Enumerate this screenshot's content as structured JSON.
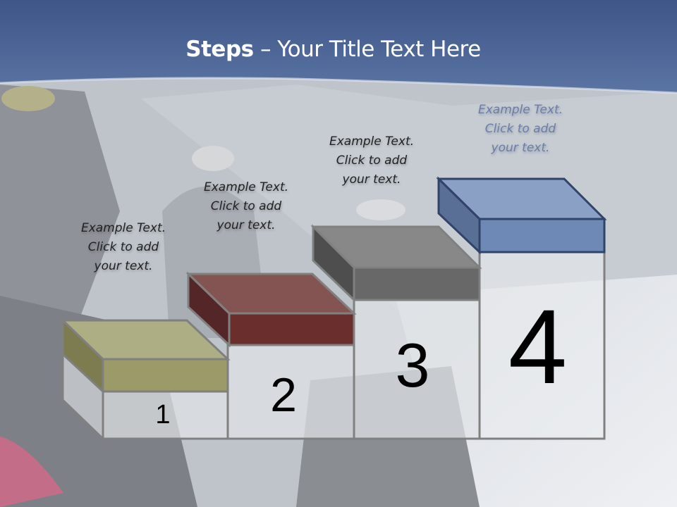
{
  "title": {
    "bold": "Steps",
    "rest": " – Your Title Text Here"
  },
  "steps": [
    {
      "number": "1",
      "caption_line1": "Example Text.",
      "caption_line2": "Click  to add",
      "caption_line3": "your text.",
      "color": "#9b9a68"
    },
    {
      "number": "2",
      "caption_line1": "Example Text.",
      "caption_line2": "Click  to add",
      "caption_line3": "your text.",
      "color": "#6a2f2d"
    },
    {
      "number": "3",
      "caption_line1": "Example Text.",
      "caption_line2": "Click  to add",
      "caption_line3": "your text.",
      "color": "#6b6b6b"
    },
    {
      "number": "4",
      "caption_line1": "Example Text.",
      "caption_line2": "Click  to add",
      "caption_line3": "your text.",
      "color": "#6f89b6"
    }
  ],
  "colors": {
    "header": "#4a6494",
    "outline": "#7f7f7f"
  }
}
